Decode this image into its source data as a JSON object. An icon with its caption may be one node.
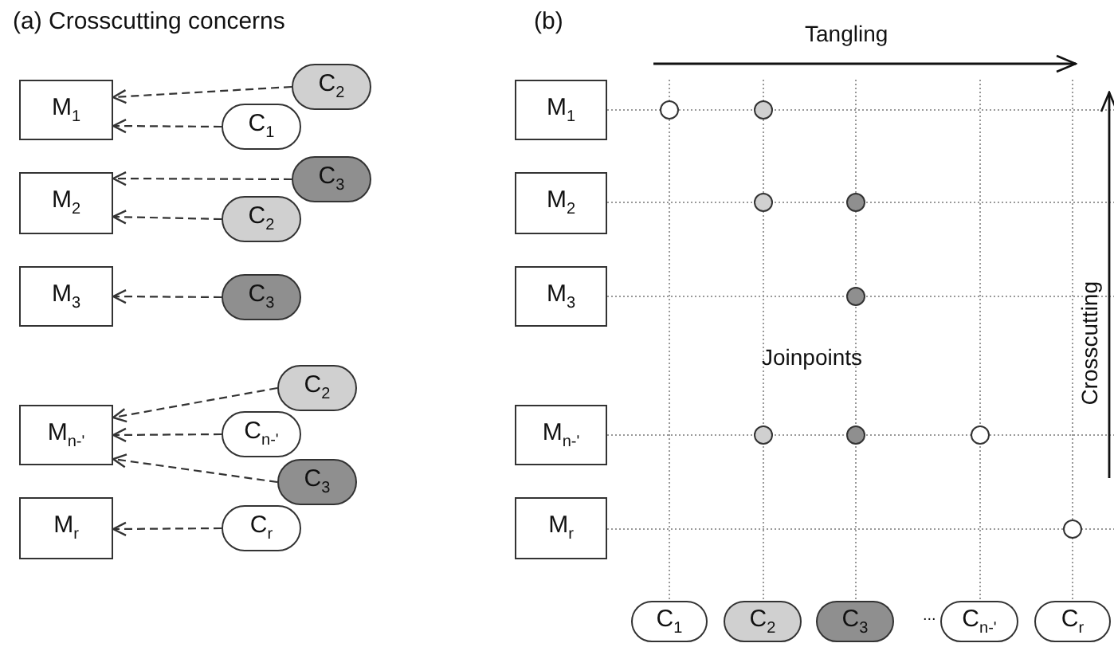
{
  "diagram": {
    "nodes": [
      {
        "text": [
          "M$_{1}$"
        ]
      },
      {
        "text": [
          "C$_{2}$"
        ]
      },
      {
        "text": [
          "C$_{1}$"
        ]
      },
      {
        "text": [
          "M$_{2}$"
        ]
      },
      {
        "text": [
          "C$_{3}$"
        ]
      },
      {
        "text": [
          "C$_{2}$"
        ]
      },
      {
        "text": [
          "M$_{3}$"
        ]
      },
      {
        "text": [
          "C$_{3}$"
        ]
      },
      {
        "text": [
          "C$_{2}$"
        ]
      },
      {
        "text": [
          "M$_{n-'}$"
        ]
      },
      {
        "text": [
          "C$_{n-'}$"
        ]
      },
      {
        "text": [
          "C$_{3}$"
        ]
      },
      {
        "text": [
          "M$_{r}$"
        ]
      },
      {
        "text": [
          "C$_{r}$"
        ]
      },
      {
        "text": [
          "M$_{1}$"
        ]
      },
      {
        "text": [
          "M$_{2}$"
        ]
      },
      {
        "text": [
          "M$_{3}$"
        ]
      },
      {
        "text": [
          "M$_{n-'}$"
        ]
      },
      {
        "text": [
          "M$_{r}$"
        ]
      },
      {
        "text": [],
        "shape": "circle"
      },
      {
        "text": [],
        "shape": "circle"
      },
      {
        "text": [],
        "shape": "circle"
      },
      {
        "text": [],
        "shape": "circle"
      },
      {
        "text": [],
        "shape": "circle"
      },
      {
        "text": [],
        "shape": "circle"
      },
      {
        "text": [],
        "shape": "circle"
      },
      {
        "text": [],
        "shape": "circle"
      },
      {
        "text": [],
        "shape": "circle"
      },
      {
        "text": [
          "C$_{1}$"
        ]
      },
      {
        "text": [
          "C$_{2}$"
        ]
      },
      {
        "text": [
          "C$_{3}$"
        ]
      },
      {
        "text": [
          "C$_{n-'}$"
        ]
      },
      {
        "text": [
          "C$_{r}$"
        ]
      }
    ],
    "edges": [
      {
        "from": 1,
        "to": 0,
        "arrow": "to",
        "style": "dashed"
      },
      {
        "from": 2,
        "to": 0,
        "arrow": "to",
        "style": "dashed"
      },
      {
        "from": 4,
        "to": 3,
        "arrow": "to",
        "style": "dashed"
      },
      {
        "from": 5,
        "to": 3,
        "arrow": "to",
        "style": "dashed"
      },
      {
        "from": 7,
        "to": 6,
        "arrow": "to",
        "style": "dashed"
      },
      {
        "from": 8,
        "to": 9,
        "arrow": "to",
        "style": "dashed"
      },
      {
        "from": 10,
        "to": 9,
        "arrow": "to",
        "style": "dashed"
      },
      {
        "from": 11,
        "to": 9,
        "arrow": "to",
        "style": "dashed"
      },
      {
        "from": 13,
        "to": 12,
        "arrow": "to",
        "style": "dashed"
      }
    ],
    "labels": [
      "(a) Crosscutting concerns",
      "(b)",
      "Tangling",
      "Crosscutting",
      "Joinpoints",
      "..."
    ]
  }
}
